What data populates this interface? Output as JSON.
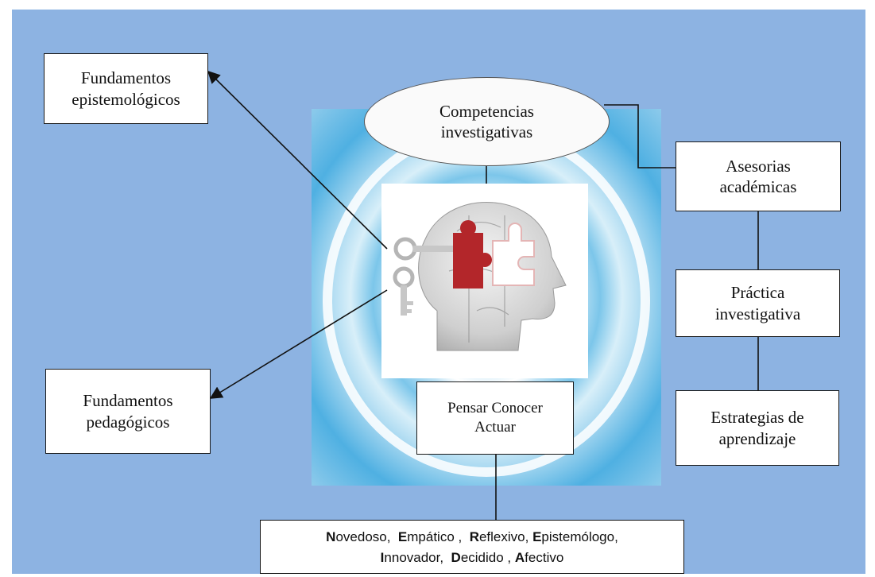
{
  "diagram": {
    "center_label": "Competencias\ninvestigativas",
    "left_top_box": "Fundamentos\nepistemológicos",
    "left_bottom_box": "Fundamentos\npedagógicos",
    "right_boxes": [
      "Asesorias\nacadémicas",
      "Práctica\ninvestigativa",
      "Estrategias de\naprendizaje"
    ],
    "center_box": "Pensar Conocer\nActuar",
    "traits": [
      {
        "initial": "N",
        "rest": "ovedoso,"
      },
      {
        "initial": "E",
        "rest": "mpático ,"
      },
      {
        "initial": "R",
        "rest": "eflexivo,"
      },
      {
        "initial": "E",
        "rest": "pistemólogo,"
      },
      {
        "initial": "I",
        "rest": "nnovador,"
      },
      {
        "initial": "D",
        "rest": "ecidido ,"
      },
      {
        "initial": "A",
        "rest": "fectivo"
      }
    ]
  },
  "colors": {
    "background": "#8db3e2",
    "halo": "#4fb0e2",
    "puzzle_piece": "#b3262a",
    "head": "#d9d9d9"
  },
  "icons": [
    "head-puzzle-icon",
    "keys-icon"
  ]
}
